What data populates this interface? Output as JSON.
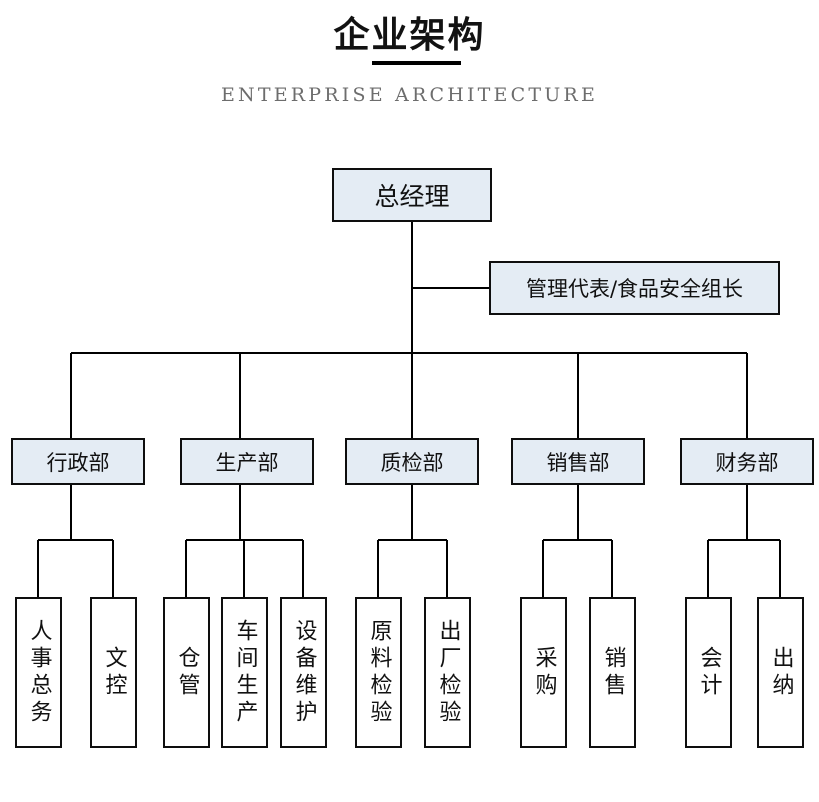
{
  "header": {
    "title": "企业架构",
    "subtitle": "ENTERPRISE ARCHITECTURE",
    "divider": "title-divider"
  },
  "theme": {
    "box_fill": "#e4ecf4",
    "leaf_fill": "#ffffff",
    "border": "#0e0e0e",
    "line": "#000000",
    "title_color": "#121212",
    "subtitle_color": "#6d6d6d",
    "background": "#ffffff"
  },
  "chart_data": {
    "type": "diagram",
    "title": "企业架构",
    "subtitle": "ENTERPRISE ARCHITECTURE",
    "orientation": "top-down",
    "nodes": {
      "root": {
        "label": "总经理",
        "level": "root"
      },
      "staff": {
        "label": "管理代表/食品安全组长",
        "level": "staff"
      },
      "departments": [
        {
          "label": "行政部",
          "children": [
            "人事总务",
            "文控"
          ]
        },
        {
          "label": "生产部",
          "children": [
            "仓管",
            "车间生产",
            "设备维护"
          ]
        },
        {
          "label": "质检部",
          "children": [
            "原料检验",
            "出厂检验"
          ]
        },
        {
          "label": "销售部",
          "children": [
            "采购",
            "销售"
          ]
        },
        {
          "label": "财务部",
          "children": [
            "会计",
            "出纳"
          ]
        }
      ]
    }
  },
  "nodes": {
    "root": {
      "label": "总经理"
    },
    "staff": {
      "label": "管理代表/食品安全组长"
    },
    "dept0": {
      "label": "行政部"
    },
    "dept1": {
      "label": "生产部"
    },
    "dept2": {
      "label": "质检部"
    },
    "dept3": {
      "label": "销售部"
    },
    "dept4": {
      "label": "财务部"
    },
    "leaf0": {
      "label": "人事总务"
    },
    "leaf1": {
      "label": "文控"
    },
    "leaf2": {
      "label": "仓管"
    },
    "leaf3": {
      "label": "车间生产"
    },
    "leaf4": {
      "label": "设备维护"
    },
    "leaf5": {
      "label": "原料检验"
    },
    "leaf6": {
      "label": "出厂检验"
    },
    "leaf7": {
      "label": "采购"
    },
    "leaf8": {
      "label": "销售"
    },
    "leaf9": {
      "label": "会计"
    },
    "leaf10": {
      "label": "出纳"
    }
  }
}
